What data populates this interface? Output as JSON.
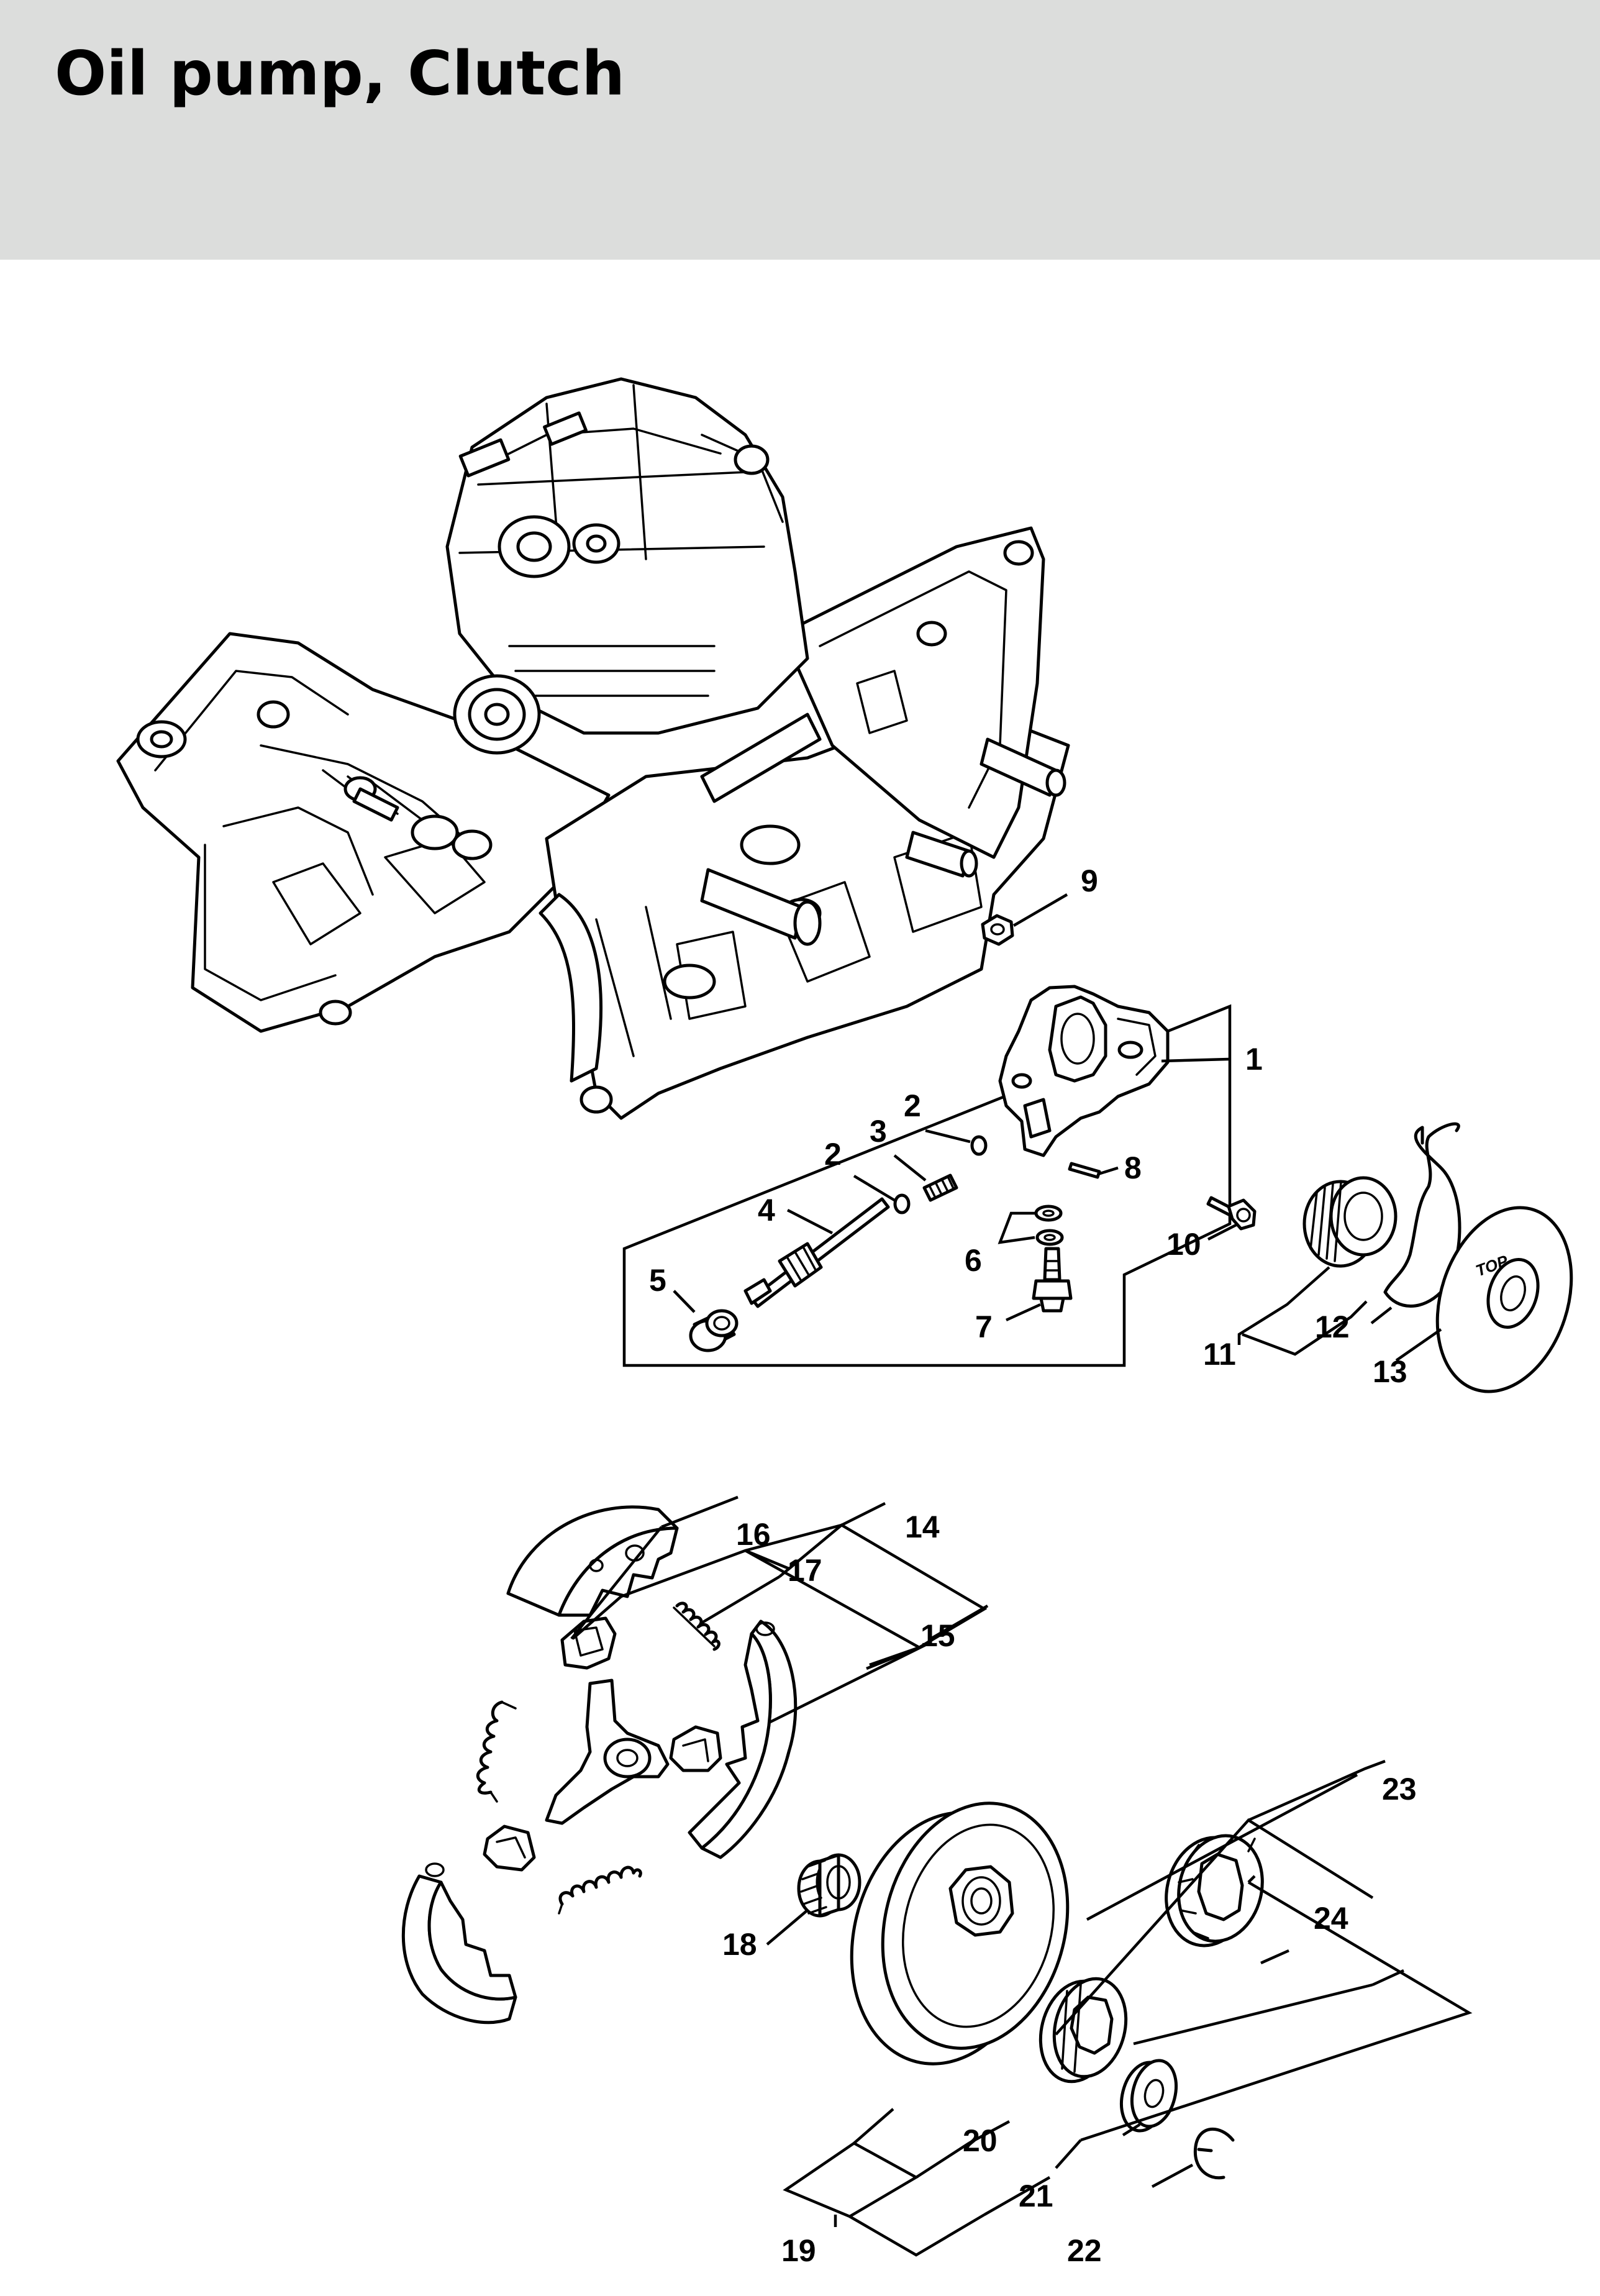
{
  "title": "Oil pump, Clutch",
  "callouts": [
    "1",
    "2",
    "2",
    "3",
    "4",
    "5",
    "6",
    "7",
    "8",
    "9",
    "10",
    "11",
    "12",
    "13",
    "14",
    "15",
    "16",
    "17",
    "18",
    "19",
    "20",
    "21",
    "22",
    "23",
    "24"
  ],
  "disc_marking": "TOP"
}
